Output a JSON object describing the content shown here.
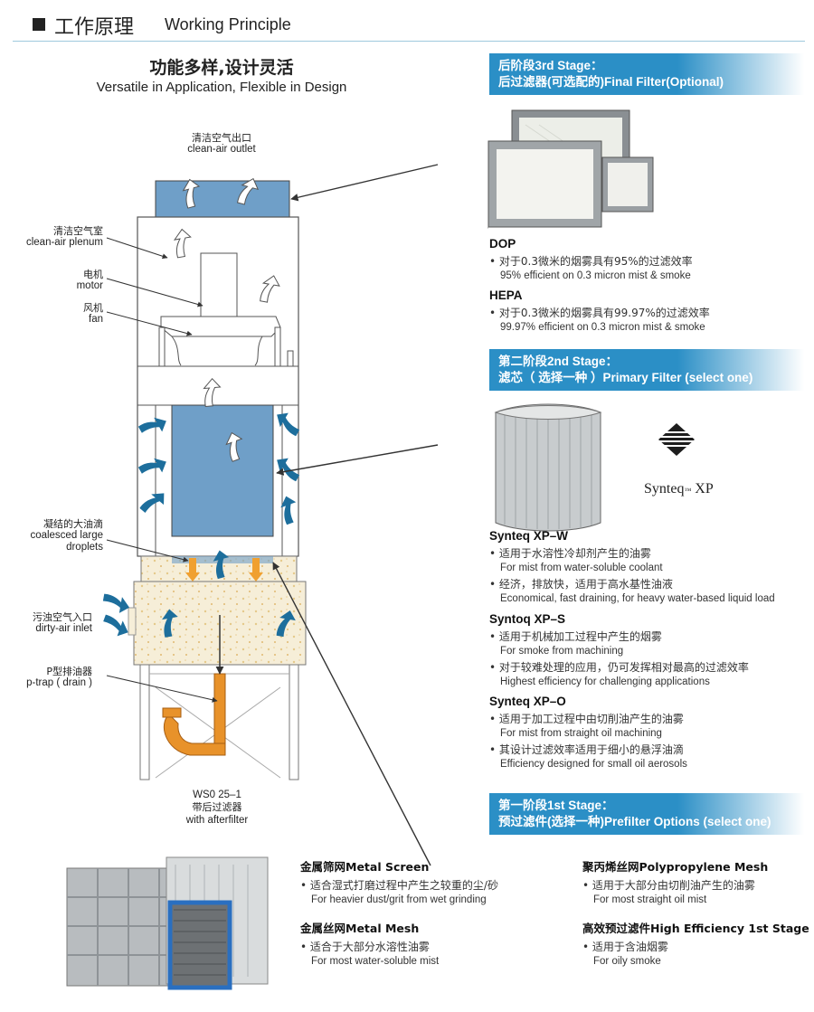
{
  "header": {
    "zh": "工作原理",
    "en": "Working Principle"
  },
  "headline": {
    "zh": "功能多样,设计灵活",
    "en": "Versatile in Application, Flexible in Design"
  },
  "diagram_labels": {
    "outlet_zh": "清洁空气出口",
    "outlet_en": "clean-air outlet",
    "plenum_zh": "清洁空气室",
    "plenum_en": "clean-air plenum",
    "motor_zh": "电机",
    "motor_en": "motor",
    "fan_zh": "风机",
    "fan_en": "fan",
    "droplets_zh": "凝结的大油滴",
    "droplets_en1": "coalesced large",
    "droplets_en2": "droplets",
    "inlet_zh": "污浊空气入口",
    "inlet_en": "dirty-air inlet",
    "ptrap_zh": "P型排油器",
    "ptrap_en": "p-trap ( drain )",
    "model": "WS0 25–1",
    "model_zh": "带后过滤器",
    "model_en": "with afterfilter"
  },
  "stage3": {
    "line1": "后阶段3rd Stage：",
    "line2": "后过滤器(可选配的)Final Filter(Optional)",
    "items": [
      {
        "name": "DOP",
        "zh": "对于0.3微米的烟雾具有95%的过滤效率",
        "en": "95%  efficient on 0.3 micron mist & smoke"
      },
      {
        "name": "HEPA",
        "zh": "对于0.3微米的烟雾具有99.97%的过滤效率",
        "en": "99.97%  efficient on 0.3 micron mist & smoke"
      }
    ]
  },
  "stage2": {
    "line1": "第二阶段2nd Stage：",
    "line2": "滤芯（ 选择一种 ）Primary Filter (select one)",
    "logo": "Synteq",
    "logo_tm": "™",
    "logo_xp": "XP",
    "items": [
      {
        "name": "Synteq XP–W",
        "bullets": [
          {
            "zh": "适用于水溶性冷却剂产生的油雾",
            "en": "For mist from water-soluble coolant"
          },
          {
            "zh": "经济，排放快，适用于高水基性油液",
            "en": "Economical, fast draining, for heavy water-based liquid load"
          }
        ]
      },
      {
        "name": "Syntoq XP–S",
        "bullets": [
          {
            "zh": "适用于机械加工过程中产生的烟雾",
            "en": "For smoke from machining"
          },
          {
            "zh": "对于较难处理的应用，仍可发挥相对最高的过滤效率",
            "en": "Highest efficiency for challenging applications"
          }
        ]
      },
      {
        "name": "Synteq XP–O",
        "bullets": [
          {
            "zh": "适用于加工过程中由切削油产生的油雾",
            "en": "For mist from straight oil machining"
          },
          {
            "zh": "其设计过滤效率适用于细小的悬浮油滴",
            "en": "Efficiency designed for small oil aerosols"
          }
        ]
      }
    ]
  },
  "stage1": {
    "line1": "第一阶段1st Stage：",
    "line2": "预过滤件(选择一种)Prefilter Options (select one)",
    "items": [
      {
        "name": "金属筛网Metal Screen",
        "zh": "适合湿式打磨过程中产生之较重的尘/砂",
        "en": "For heavier dust/grit from wet grinding"
      },
      {
        "name": "金属丝网Metal Mesh",
        "zh": "适合于大部分水溶性油雾",
        "en": "For most water-soluble mist"
      },
      {
        "name": "聚丙烯丝网Polypropylene Mesh",
        "zh": "适用于大部分由切削油产生的油雾",
        "en": "For most straight oil mist"
      },
      {
        "name": "高效预过滤件High Efficiency 1st Stage",
        "zh": "适用于含油烟雾",
        "en": "For oily smoke"
      }
    ]
  },
  "colors": {
    "bar": "#2b8fc6",
    "filter": "#6f9fc8",
    "droplet": "#f0a030",
    "pipe": "#e8922a",
    "spots": "#f3e7c8"
  }
}
